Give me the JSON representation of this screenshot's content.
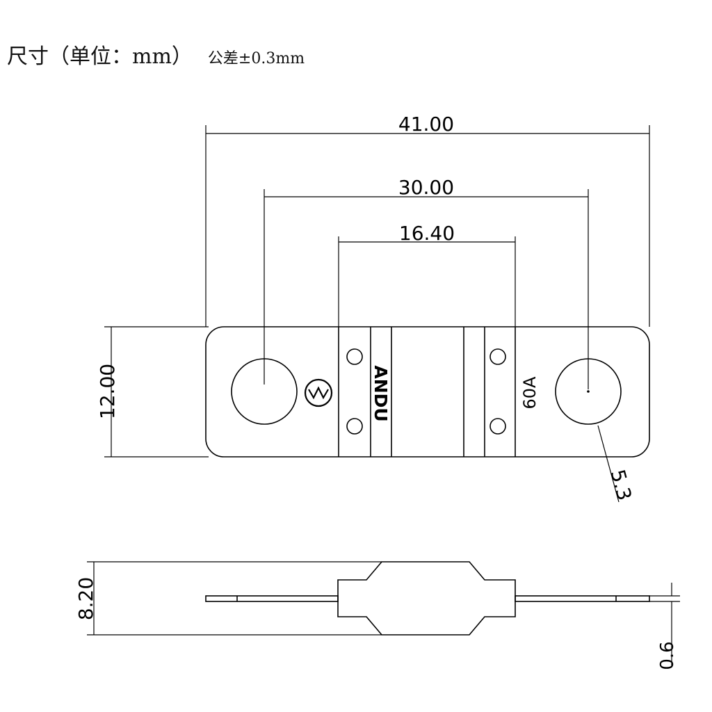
{
  "header": {
    "title": "尺寸（单位：mm）",
    "tolerance": "公差±0.3mm"
  },
  "top_view": {
    "dim_overall_length": "41.00",
    "dim_hole_pitch": "30.00",
    "dim_body_width": "16.40",
    "dim_height": "12.00",
    "dim_hole_diameter": "5.3",
    "brand_text": "ANDU",
    "rating_text": "60A"
  },
  "side_view": {
    "dim_thickness": "8.20",
    "dim_plate_thickness": "0.6"
  }
}
